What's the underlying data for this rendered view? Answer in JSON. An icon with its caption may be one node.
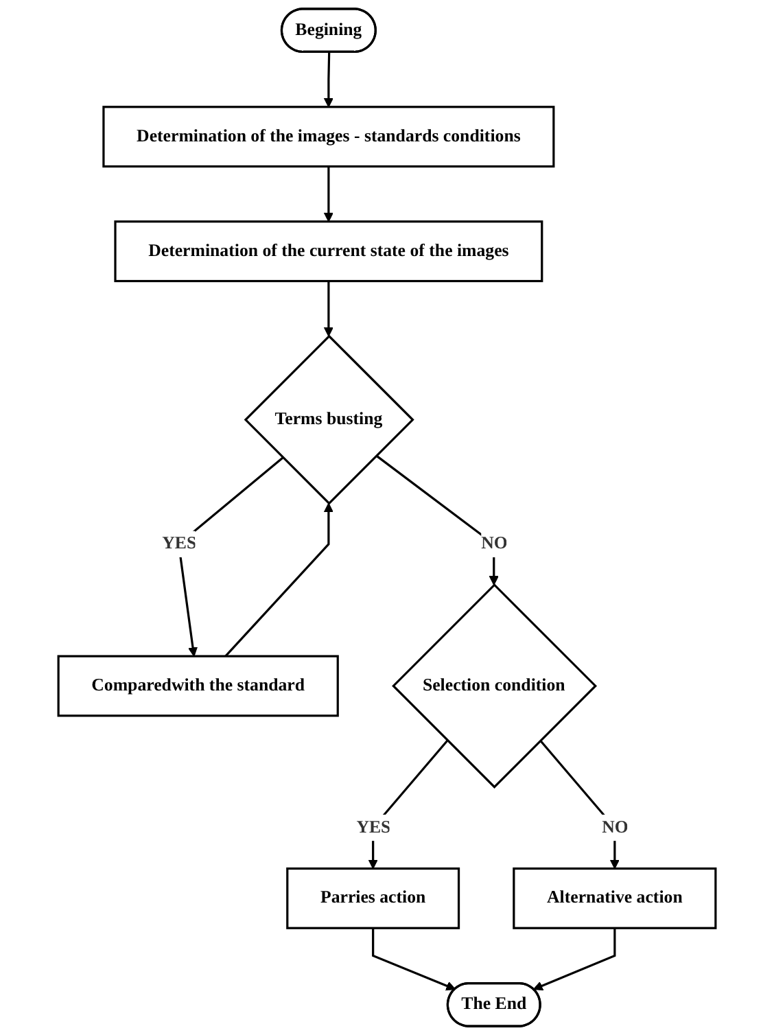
{
  "diagram": {
    "nodes": [
      {
        "text": [
          "Begining"
        ]
      },
      {
        "text": [
          "Determination of the images - standards conditions"
        ]
      },
      {
        "text": [
          "Determination of the current state of the images"
        ]
      },
      {
        "text": [
          "Terms busting"
        ]
      },
      {
        "text": [
          "Comparedwith the standard"
        ]
      },
      {
        "text": [
          "Selection condition"
        ]
      },
      {
        "text": [
          "Parries action"
        ]
      },
      {
        "text": [
          "Alternative action"
        ]
      },
      {
        "text": [
          "The End"
        ]
      }
    ],
    "edges": [
      {
        "from": 0,
        "to": 1,
        "arrow": "to"
      },
      {
        "from": 1,
        "to": 2,
        "arrow": "to"
      },
      {
        "from": 2,
        "to": 3,
        "arrow": "to"
      },
      {
        "from": 3,
        "to": 4,
        "arrow": "to",
        "label": "YES"
      },
      {
        "from": 4,
        "to": 3,
        "arrow": "to"
      },
      {
        "from": 3,
        "to": 5,
        "arrow": "to",
        "label": "NO"
      },
      {
        "from": 5,
        "to": 6,
        "arrow": "to",
        "label": "YES"
      },
      {
        "from": 5,
        "to": 7,
        "arrow": "to",
        "label": "NO"
      },
      {
        "from": 6,
        "to": 8,
        "arrow": "to"
      },
      {
        "from": 7,
        "to": 8,
        "arrow": "to"
      }
    ]
  }
}
